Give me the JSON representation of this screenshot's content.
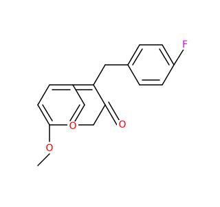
{
  "colors": {
    "background": "#ffffff",
    "bond": "#000000",
    "oxygen": "#ff0000",
    "fluorine": "#ee00ee"
  },
  "atoms": {
    "ring_oxygen": "O",
    "carbonyl_oxygen": "O",
    "methoxy_oxygen": "O",
    "fluorine": "F"
  }
}
